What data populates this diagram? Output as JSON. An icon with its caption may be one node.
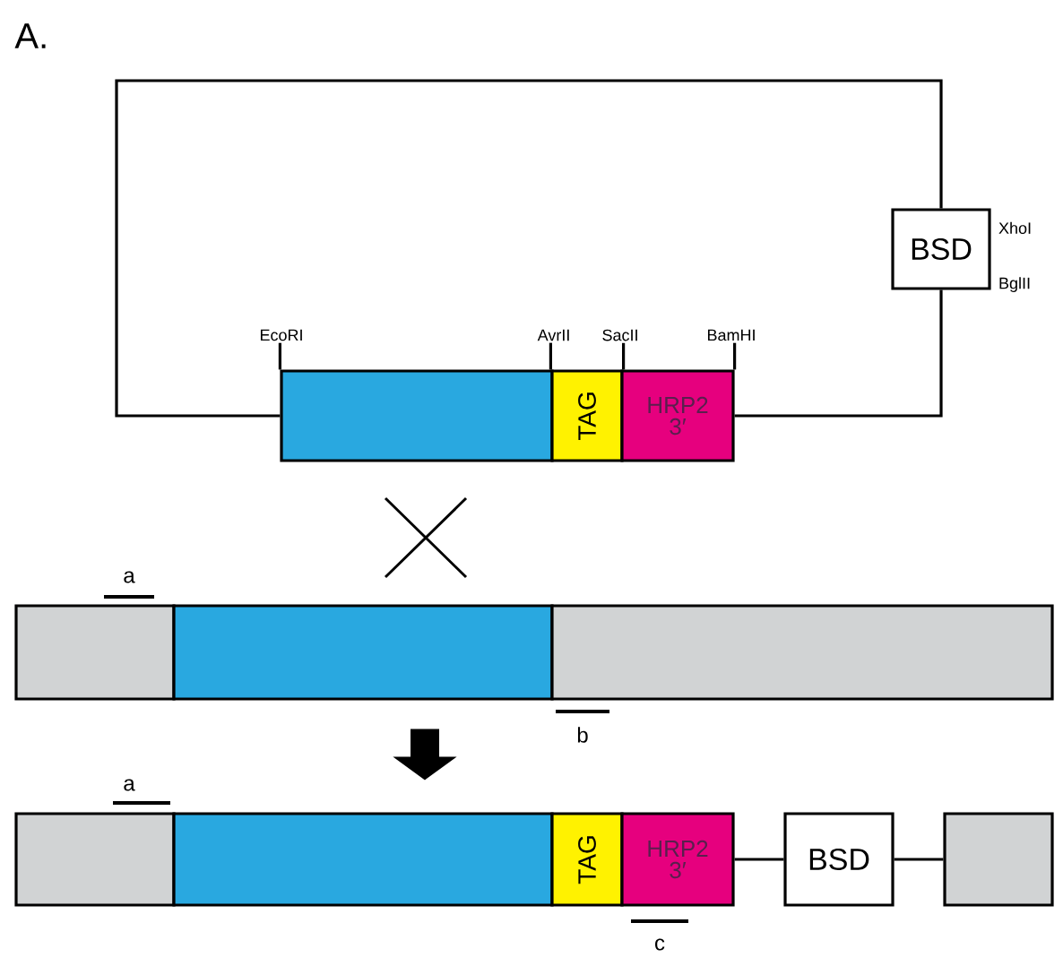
{
  "diagram": {
    "nodes": [
      {
        "text": [],
        "shape": "box"
      },
      {
        "text": [
          "TAG"
        ]
      },
      {
        "text": [
          "HRP2 3′"
        ]
      },
      {
        "text": [
          "BSD"
        ],
        "beside": [
          "XhoI",
          "BglII"
        ]
      },
      {
        "text": [],
        "shape": "box"
      },
      {
        "text": [],
        "shape": "box"
      },
      {
        "text": [],
        "shape": "box"
      },
      {
        "text": [],
        "shape": "box"
      },
      {
        "text": [],
        "shape": "box"
      },
      {
        "text": [
          "TAG"
        ]
      },
      {
        "text": [
          "HRP2 3′"
        ]
      },
      {
        "text": [
          "BSD"
        ]
      },
      {
        "text": [],
        "shape": "box"
      },
      {
        "text": [
          "EcoRI"
        ]
      },
      {
        "text": [
          "AvrII"
        ]
      },
      {
        "text": [
          "SacII"
        ]
      },
      {
        "text": [
          "BamHI"
        ]
      }
    ],
    "edges": [
      {
        "from": 2,
        "to": 3,
        "arrow": "none"
      },
      {
        "from": 3,
        "to": 0,
        "arrow": "none"
      },
      {
        "from": 10,
        "to": 11,
        "arrow": "none"
      },
      {
        "from": 11,
        "to": 12,
        "arrow": "none"
      },
      {
        "from": 5,
        "to": 8,
        "arrow": "to",
        "style": "thick"
      },
      {
        "from": 13,
        "to": 0,
        "arrow": "none"
      },
      {
        "from": 14,
        "to": 1,
        "arrow": "none"
      },
      {
        "from": 15,
        "to": 1,
        "arrow": "none"
      },
      {
        "from": 16,
        "to": 2,
        "arrow": "none"
      }
    ],
    "labels": [
      "A.",
      "a",
      "b",
      "a",
      "c"
    ]
  }
}
